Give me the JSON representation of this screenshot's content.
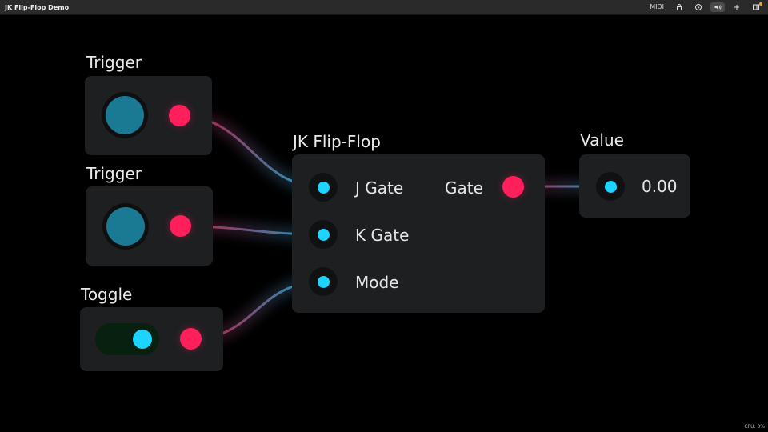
{
  "window": {
    "title": "JK Flip-Flop Demo",
    "midi_label": "MIDI"
  },
  "nodes": {
    "trigger1": {
      "title": "Trigger"
    },
    "trigger2": {
      "title": "Trigger"
    },
    "toggle": {
      "title": "Toggle",
      "state": "on"
    },
    "jk": {
      "title": "JK Flip-Flop",
      "inputs": [
        "J Gate",
        "K Gate",
        "Mode"
      ],
      "output": "Gate"
    },
    "value": {
      "title": "Value",
      "display": "0.00"
    }
  },
  "status": {
    "cpu": "CPU: 0%"
  },
  "colors": {
    "background": "#000000",
    "node": "#1e1f21",
    "output_port": "#ff1f5a",
    "input_port": "#1dd3ff",
    "knob": "#1b7a93"
  }
}
